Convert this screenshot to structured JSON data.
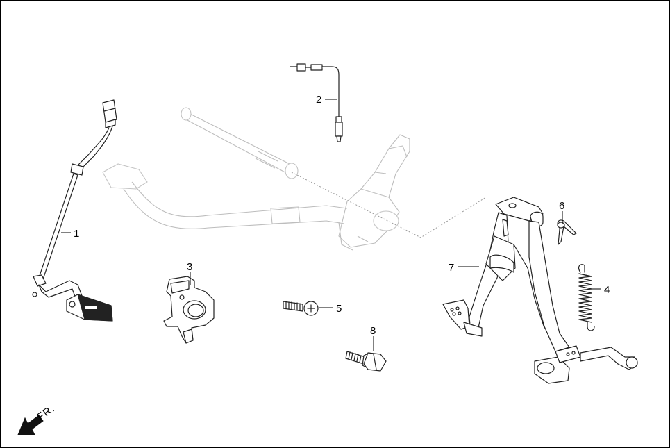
{
  "callouts": {
    "c1": "1",
    "c2": "2",
    "c3": "3",
    "c4": "4",
    "c5": "5",
    "c6": "6",
    "c7": "7",
    "c8": "8"
  },
  "direction_label": "FR."
}
